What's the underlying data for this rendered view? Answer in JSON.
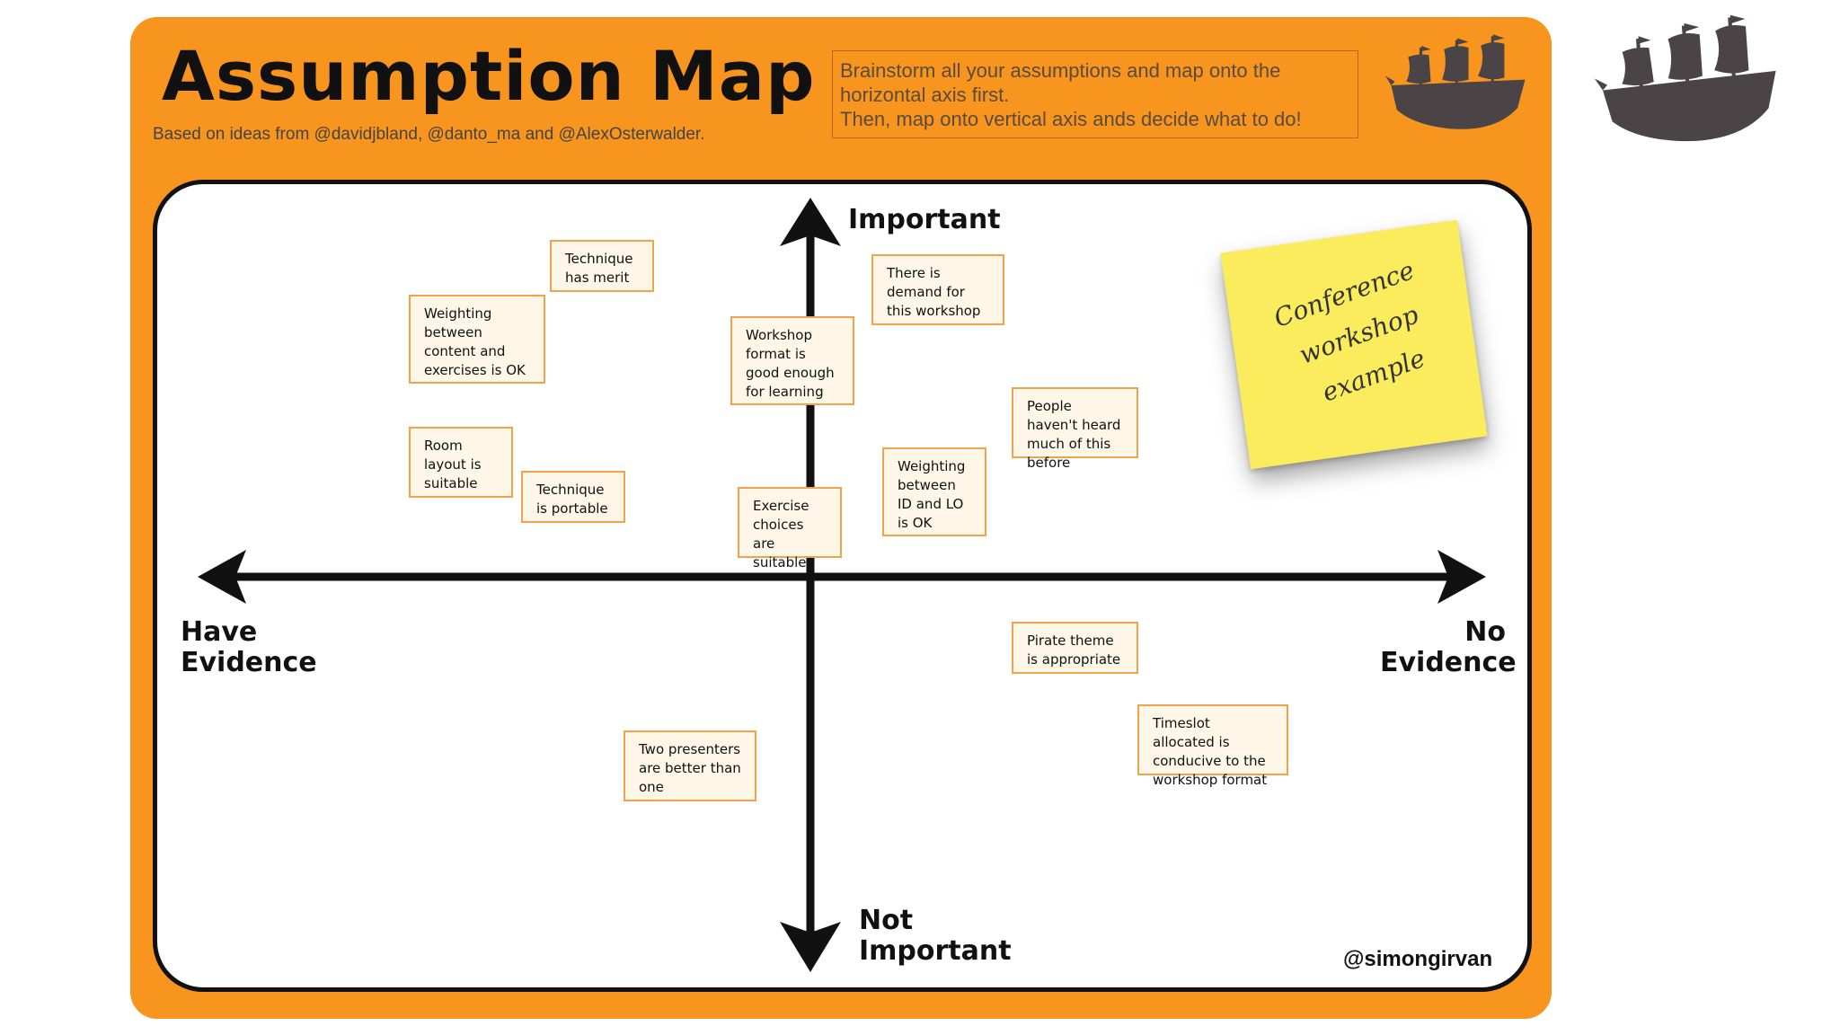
{
  "header": {
    "title": "Assumption Map",
    "subtitle": "Based on ideas from @davidjbland, @danto_ma and @AlexOsterwalder.",
    "instructions": "Brainstorm all your assumptions and map onto the horizontal axis first.\nThen, map onto vertical axis ands decide what to do!"
  },
  "axes": {
    "top": "Important",
    "bottom": [
      "Not",
      "Important"
    ],
    "left": [
      "Have",
      "Evidence"
    ],
    "right": [
      "No",
      "Evidence"
    ]
  },
  "notes": [
    "Technique has merit",
    "Weighting between content and exercises is OK",
    "Room layout is suitable",
    "Technique is portable",
    "Workshop format is good enough for learning",
    "Exercise choices are suitable",
    "There is demand for this workshop",
    "Weighting between ID and LO is OK",
    "People haven't heard much of this before",
    "Pirate theme is appropriate",
    "Two presenters are better than one",
    "Timeslot allocated is conducive to the workshop format"
  ],
  "sticky_note": "Conference\nworkshop\nexample",
  "credit": "@simongirvan",
  "icons": [
    "pirate-ship-icon",
    "pirate-ship-icon"
  ],
  "colors": {
    "slide_background": "#f7951e",
    "note_fill": "#fef6e6",
    "note_border": "#f0a24d",
    "sticky_note": "#fbec5d",
    "ship": "#4a4446"
  }
}
